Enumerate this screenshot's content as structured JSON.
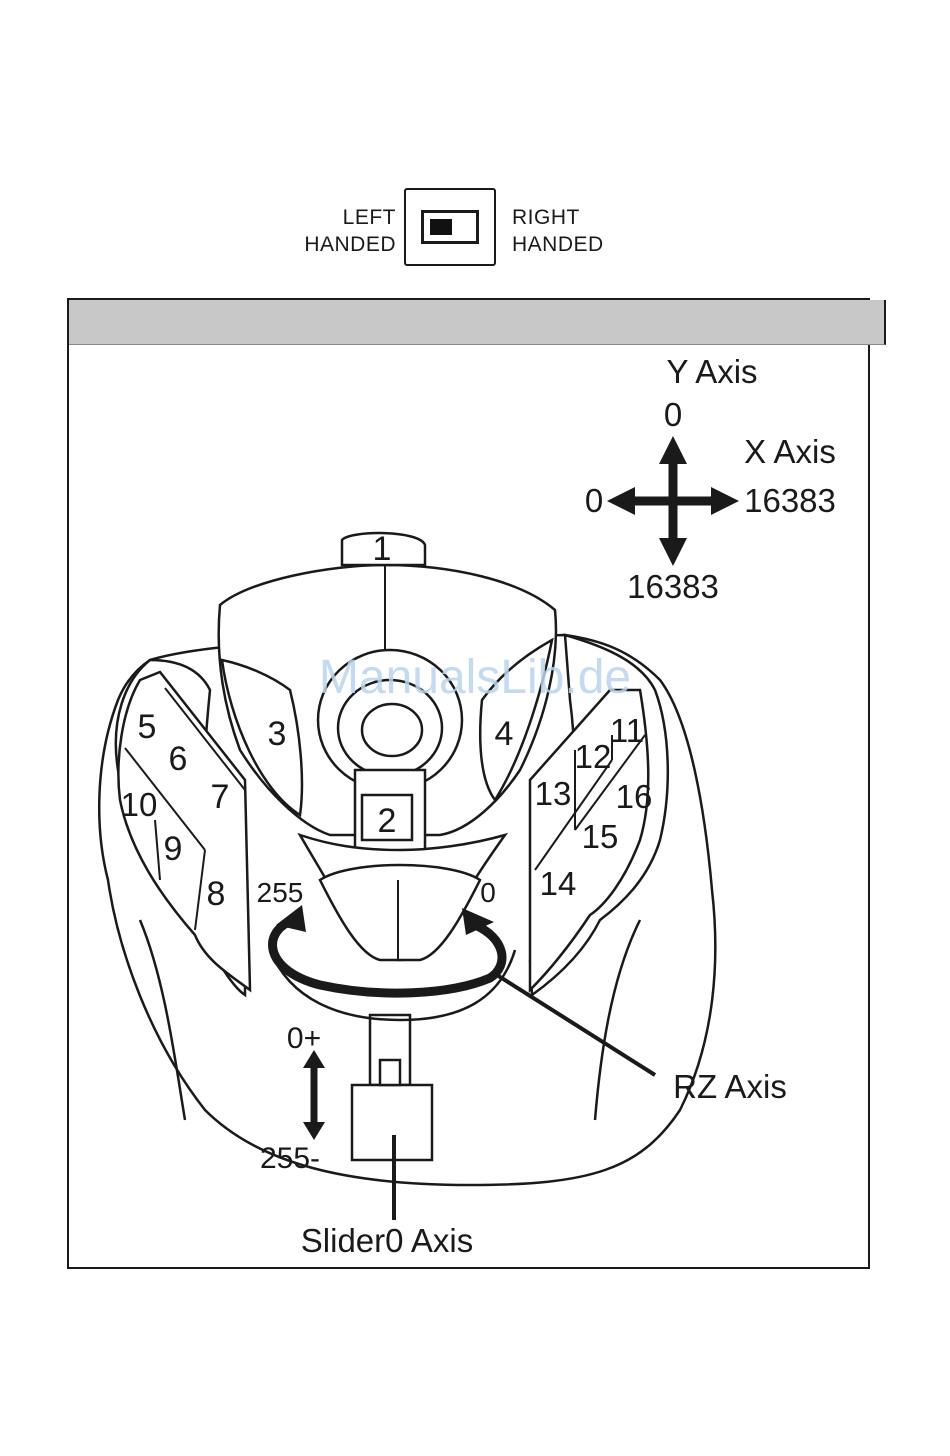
{
  "switch": {
    "left_line1": "LEFT",
    "left_line2": "HANDED",
    "right_line1": "RIGHT",
    "right_line2": "HANDED"
  },
  "axes": {
    "y_title": "Y Axis",
    "y_top": "0",
    "y_bottom": "16383",
    "x_title": "X Axis",
    "x_left": "0",
    "x_right": "16383",
    "rz_title": "RZ Axis",
    "rz_left": "255",
    "rz_right": "0",
    "slider_title": "Slider0 Axis",
    "slider_top": "0+",
    "slider_bottom": "255-"
  },
  "buttons": [
    "1",
    "2",
    "3",
    "4",
    "5",
    "6",
    "7",
    "8",
    "9",
    "10",
    "11",
    "12",
    "13",
    "14",
    "15",
    "16"
  ],
  "watermark": "ManualsLib.de",
  "colors": {
    "ink": "#1a1a1a",
    "header_band": "#c8c8c8",
    "watermark": "#b9d3ee"
  }
}
